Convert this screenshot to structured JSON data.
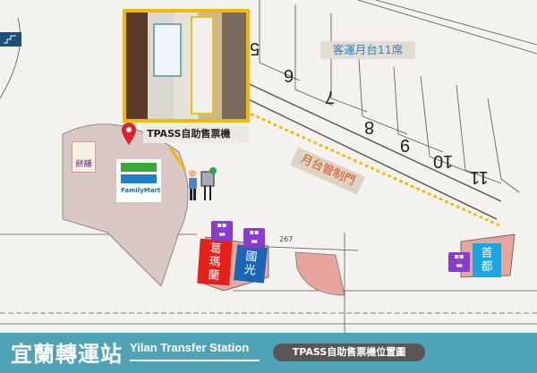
{
  "map": {
    "berths": [
      "5",
      "6",
      "7",
      "8",
      "9",
      "10",
      "11"
    ],
    "platform_label": "客運月台11席",
    "gate_label": "月台管制門",
    "kiosk_label": "TPASS自助售票機",
    "stores": {
      "familymart": "FamilyMart",
      "bakery": "餅舖"
    },
    "operators": [
      {
        "name": "葛瑪蘭",
        "color": "#e8201c"
      },
      {
        "name": "國光",
        "color": "#1a66b4"
      },
      {
        "name": "首都",
        "color": "#1aa6de"
      }
    ],
    "dimension_label": "267",
    "icons": [
      "stairs-icon",
      "map-pin-icon",
      "arrow-icon",
      "ticket-kiosk-user-icon",
      "ticket-counter-icon"
    ],
    "colors": {
      "accent": "#f5b800",
      "footer": "#4ea4b6",
      "pin": "#e0202a"
    }
  },
  "footer": {
    "title": "宜蘭轉運站",
    "subtitle": "Yilan Transfer Station",
    "badge": "TPASS自助售票機位置圖"
  }
}
